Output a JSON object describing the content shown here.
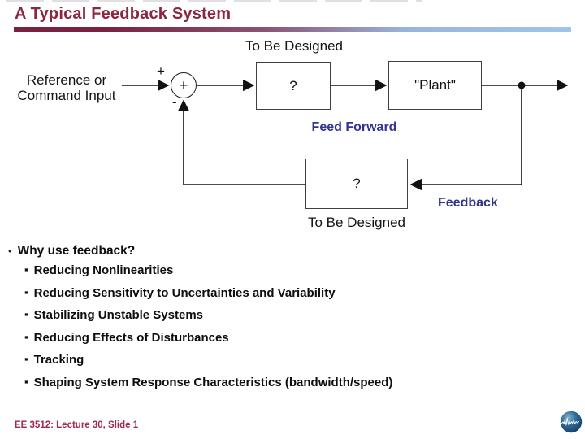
{
  "slide": {
    "title": "A Typical Feedback System",
    "footer": "EE 3512: Lecture 30, Slide 1"
  },
  "diagram": {
    "input_label_line1": "Reference or",
    "input_label_line2": "Command Input",
    "sum_symbol": "+",
    "plus_sign": "+",
    "minus_sign": "-",
    "top_label": "To Be Designed",
    "forward_block": "?",
    "plant_block": "\"Plant\"",
    "feed_forward_label": "Feed Forward",
    "feedback_block": "?",
    "feedback_label": "Feedback",
    "bottom_label": "To Be Designed"
  },
  "bullets": {
    "main_marker": "•",
    "sub_marker": "▪",
    "main": "Why use feedback?",
    "items": [
      "Reducing Nonlinearities",
      "Reducing Sensitivity to Uncertainties and Variability",
      "Stabilizing Unstable Systems",
      "Reducing Effects of Disturbances",
      "Tracking",
      "Shaping System Response Characteristics (bandwidth/speed)"
    ]
  },
  "colors": {
    "title_maroon": "#8B2740",
    "footer_maroon": "#9E2A4D",
    "label_navy": "#333390",
    "rule_gradient_start": "#79213E",
    "rule_gradient_end": "#9FC5EA",
    "logo_blue": "#2E6B94"
  }
}
